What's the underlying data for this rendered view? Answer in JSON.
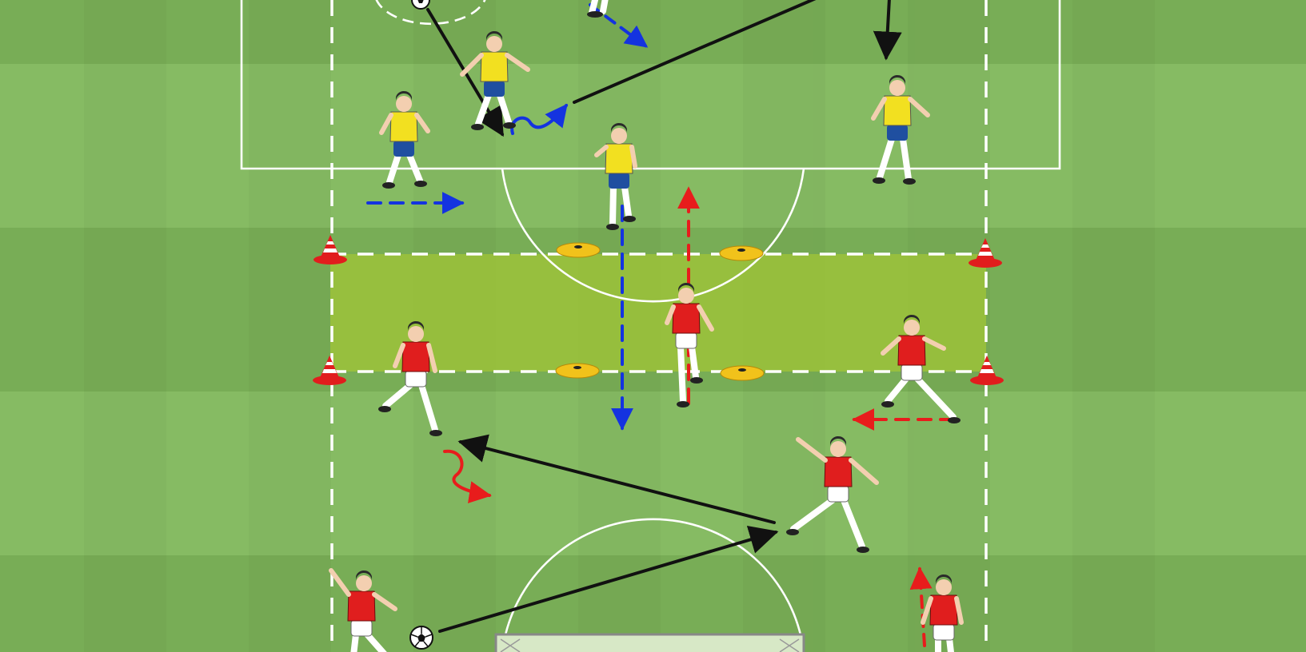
{
  "diagram": {
    "colors": {
      "grass_light": "#86bb63",
      "grass_dark": "#78ad56",
      "zone_fill": "#9cc23a",
      "line_white": "#ffffff",
      "team_yellow_shirt": "#f2e020",
      "team_yellow_shorts": "#1f4fa0",
      "team_red_shirt": "#e01e1e",
      "team_red_shorts": "#ffffff",
      "skin": "#f3cfb0",
      "hair": "#2a2a2a",
      "cone_red": "#e11d1d",
      "disc_yellow": "#f1c21b",
      "arrow_pass": "#111111",
      "arrow_run_blue": "#1433e0",
      "arrow_run_red": "#e81c1c"
    },
    "teams": [
      "yellow",
      "red"
    ],
    "equipment": [
      "cone-icon",
      "disc-marker-icon",
      "ball-icon",
      "goal-icon"
    ],
    "arrow_types": [
      "pass",
      "run",
      "dribble"
    ]
  }
}
